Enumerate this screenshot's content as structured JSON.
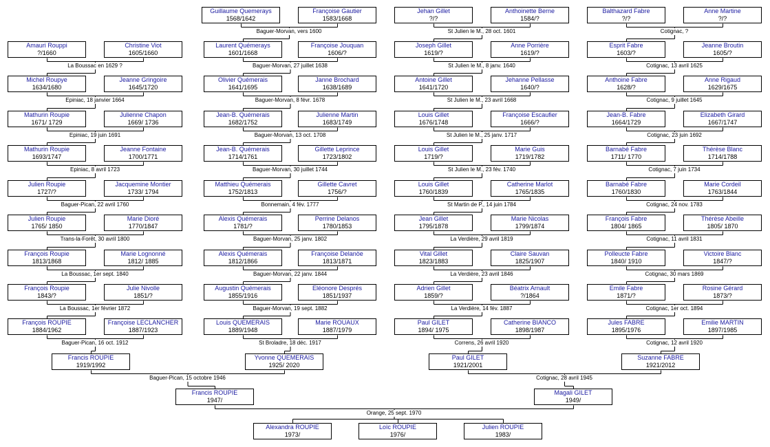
{
  "people": [
    {
      "id": "p1",
      "name": "Guillaume Quemerays",
      "dates": "1568/1642"
    },
    {
      "id": "p2",
      "name": "Françoise Gautier",
      "dates": "1583/1668"
    },
    {
      "id": "p3",
      "name": "Jehan Gillet",
      "dates": "?/?"
    },
    {
      "id": "p4",
      "name": "Anthoinette Berne",
      "dates": "1584/?"
    },
    {
      "id": "p5",
      "name": "Balthazard Fabre",
      "dates": "?/?"
    },
    {
      "id": "p6",
      "name": "Anne Martine",
      "dates": "?/?"
    },
    {
      "id": "p7",
      "name": "Amauri Rouppi",
      "dates": "?/1660"
    },
    {
      "id": "p8",
      "name": "Christine Viot",
      "dates": "1605/1660"
    },
    {
      "id": "p9",
      "name": "Laurent Quémerays",
      "dates": "1601/1668"
    },
    {
      "id": "p10",
      "name": "Françoise Jouquan",
      "dates": "1606/?"
    },
    {
      "id": "p11",
      "name": "Joseph Gillet",
      "dates": "1619/?"
    },
    {
      "id": "p12",
      "name": "Anne Porrière",
      "dates": "1619/?"
    },
    {
      "id": "p13",
      "name": "Esprit Fabre",
      "dates": "1603/?"
    },
    {
      "id": "p14",
      "name": "Jeanne Broutin",
      "dates": "1605/?"
    },
    {
      "id": "p15",
      "name": "Michel Roupye",
      "dates": "1634/1680"
    },
    {
      "id": "p16",
      "name": "Jeanne Gringoire",
      "dates": "1645/1720"
    },
    {
      "id": "p17",
      "name": "Olivier Quémerais",
      "dates": "1641/1695"
    },
    {
      "id": "p18",
      "name": "Janne Brochard",
      "dates": "1638/1689"
    },
    {
      "id": "p19",
      "name": "Antoine Gillet",
      "dates": "1641/1720"
    },
    {
      "id": "p20",
      "name": "Jehanne Pellasse",
      "dates": "1640/?"
    },
    {
      "id": "p21",
      "name": "Anthoine Fabre",
      "dates": "1628/?"
    },
    {
      "id": "p22",
      "name": "Anne Rigaud",
      "dates": "1629/1675"
    },
    {
      "id": "p23",
      "name": "Mathurin Roupie",
      "dates": "1671/ 1729"
    },
    {
      "id": "p24",
      "name": "Julienne Chapon",
      "dates": "1669/ 1736"
    },
    {
      "id": "p25",
      "name": "Jean-B. Quémerais",
      "dates": "1682/1752"
    },
    {
      "id": "p26",
      "name": "Julienne Martin",
      "dates": "1683/1749"
    },
    {
      "id": "p27",
      "name": "Louis Gillet",
      "dates": "1676/1748"
    },
    {
      "id": "p28",
      "name": "Françoise Escaufier",
      "dates": "1666/?"
    },
    {
      "id": "p29",
      "name": "Jean-B. Fabre",
      "dates": "1664/1729"
    },
    {
      "id": "p30",
      "name": "Elizabeth Girard",
      "dates": "1667/1747"
    },
    {
      "id": "p31",
      "name": "Mathurin Roupie",
      "dates": "1693/1747"
    },
    {
      "id": "p32",
      "name": "Jeanne Fontaine",
      "dates": "1700/1771"
    },
    {
      "id": "p33",
      "name": "Jean-B. Quémerais",
      "dates": "1714/1761"
    },
    {
      "id": "p34",
      "name": "Gillette Leprince",
      "dates": "1723/1802"
    },
    {
      "id": "p35",
      "name": "Louis Gillet",
      "dates": "1719/?"
    },
    {
      "id": "p36",
      "name": "Marie Guis",
      "dates": "1719/1782"
    },
    {
      "id": "p37",
      "name": "Barnabé Fabre",
      "dates": "1711/ 1770"
    },
    {
      "id": "p38",
      "name": "Thérèse Blanc",
      "dates": "1714/1788"
    },
    {
      "id": "p39",
      "name": "Julien Roupie",
      "dates": "1727/?"
    },
    {
      "id": "p40",
      "name": "Jacquemine Montier",
      "dates": "1733/ 1794"
    },
    {
      "id": "p41",
      "name": "Matthieu Quémerais",
      "dates": "1752/1813"
    },
    {
      "id": "p42",
      "name": "Gillette Cavret",
      "dates": "1756/?"
    },
    {
      "id": "p43",
      "name": "Louis Gillet",
      "dates": "1760/1839"
    },
    {
      "id": "p44",
      "name": "Catherine Marlot",
      "dates": "1765/1835"
    },
    {
      "id": "p45",
      "name": "Barnabé Fabre",
      "dates": "1760/1830"
    },
    {
      "id": "p46",
      "name": "Marie Cordeil",
      "dates": "1763/1844"
    },
    {
      "id": "p47",
      "name": "Julien Roupie",
      "dates": "1765/ 1850"
    },
    {
      "id": "p48",
      "name": "Marie Dioré",
      "dates": "1770/1847"
    },
    {
      "id": "p49",
      "name": "Alexis Quémerais",
      "dates": "1781/?"
    },
    {
      "id": "p50",
      "name": "Perrine Delanos",
      "dates": "1780/1853"
    },
    {
      "id": "p51",
      "name": "Jean Gillet",
      "dates": "1795/1878"
    },
    {
      "id": "p52",
      "name": "Marie Nicolas",
      "dates": "1799/1874"
    },
    {
      "id": "p53",
      "name": "François Fabre",
      "dates": "1804/ 1865"
    },
    {
      "id": "p54",
      "name": "Thérèse Abeille",
      "dates": "1805/ 1870"
    },
    {
      "id": "p55",
      "name": "François  Roupie",
      "dates": "1813/1868"
    },
    {
      "id": "p56",
      "name": "Marie Lognonné",
      "dates": "1812/ 1885"
    },
    {
      "id": "p57",
      "name": "Alexis Quémerais",
      "dates": "1812/1866"
    },
    {
      "id": "p58",
      "name": "Françoise Delanöe",
      "dates": "1813/1871"
    },
    {
      "id": "p59",
      "name": "Vital Gillet",
      "dates": "1823/1883"
    },
    {
      "id": "p60",
      "name": "Claire Sauvan",
      "dates": "1825/1907"
    },
    {
      "id": "p61",
      "name": "Polleucte Fabre",
      "dates": "1840/ 1910"
    },
    {
      "id": "p62",
      "name": "Victoire Blanc",
      "dates": "1847/?"
    },
    {
      "id": "p63",
      "name": "François  Roupie",
      "dates": "1843/?"
    },
    {
      "id": "p64",
      "name": "Julie Nivolle",
      "dates": "1851/?"
    },
    {
      "id": "p65",
      "name": "Augustin Quémerais",
      "dates": "1855/1916"
    },
    {
      "id": "p66",
      "name": "Eléonore  Després",
      "dates": "1851/1937"
    },
    {
      "id": "p67",
      "name": "Adrien Gillet",
      "dates": "1859/?"
    },
    {
      "id": "p68",
      "name": "Béatrix Arnault",
      "dates": "?/1864"
    },
    {
      "id": "p69",
      "name": "Emile Fabre",
      "dates": "1871/?"
    },
    {
      "id": "p70",
      "name": "Rosine Gérard",
      "dates": "1873/?"
    },
    {
      "id": "p71",
      "name": "François ROUPIE",
      "dates": "1884/1962"
    },
    {
      "id": "p72",
      "name": "Françoise LECLANCHER",
      "dates": "1887/1923"
    },
    {
      "id": "p73",
      "name": "Louis QUEMERAIS",
      "dates": "1889/1948"
    },
    {
      "id": "p74",
      "name": "Marie ROUAUX",
      "dates": "1887/1979"
    },
    {
      "id": "p75",
      "name": "Paul GILET",
      "dates": "1894/ 1975"
    },
    {
      "id": "p76",
      "name": "Catherine BIANCO",
      "dates": "1898/1987"
    },
    {
      "id": "p77",
      "name": "Jules FABRE",
      "dates": "1895/1976"
    },
    {
      "id": "p78",
      "name": "Emilie MARTIN",
      "dates": "1897/1985"
    },
    {
      "id": "p79",
      "name": "Francis ROUPIE",
      "dates": "1919/1992"
    },
    {
      "id": "p80",
      "name": "Yvonne QUEMERAIS",
      "dates": "1925/ 2020"
    },
    {
      "id": "p81",
      "name": "Paul GILET",
      "dates": "1921/2001"
    },
    {
      "id": "p82",
      "name": "Suzanne FABRE",
      "dates": "1921/2012"
    },
    {
      "id": "p83",
      "name": "Francis  ROUPIE",
      "dates": "1947/"
    },
    {
      "id": "p84",
      "name": "Magali GILET",
      "dates": "1949/"
    },
    {
      "id": "p85",
      "name": "Alexandra ROUPIE",
      "dates": "1973/"
    },
    {
      "id": "p86",
      "name": "Loïc ROUPIE",
      "dates": "1976/"
    },
    {
      "id": "p87",
      "name": "Julien ROUPIE",
      "dates": "1983/"
    }
  ],
  "marriages": [
    {
      "id": "m1",
      "text": "Baguer-Morvan, vers 1600",
      "husband": "p1",
      "wife": "p2",
      "child": "p9"
    },
    {
      "id": "m2",
      "text": "St Julien le M., 28 oct. 1601",
      "husband": "p3",
      "wife": "p4",
      "child": "p11"
    },
    {
      "id": "m3",
      "text": "Cotignac, ?",
      "husband": "p5",
      "wife": "p6",
      "child": "p13"
    },
    {
      "id": "m4",
      "text": "La Boussac en 1629 ?",
      "husband": "p7",
      "wife": "p8",
      "child": "p15"
    },
    {
      "id": "m5",
      "text": "Baguer-Morvan, 27 juillet 1638",
      "husband": "p9",
      "wife": "p10",
      "child": "p17"
    },
    {
      "id": "m6",
      "text": "St Julien le M., 8 janv. 1640",
      "husband": "p11",
      "wife": "p12",
      "child": "p19"
    },
    {
      "id": "m7",
      "text": "Cotignac, 13 avril 1625",
      "husband": "p13",
      "wife": "p14",
      "child": "p21"
    },
    {
      "id": "m8",
      "text": "Epiniac, 18 janvier 1664",
      "husband": "p15",
      "wife": "p16",
      "child": "p23"
    },
    {
      "id": "m9",
      "text": "Baguer-Morvan, 8 févr. 1678",
      "husband": "p17",
      "wife": "p18",
      "child": "p25"
    },
    {
      "id": "m10",
      "text": "St Julien le M., 23 avril 1668",
      "husband": "p19",
      "wife": "p20",
      "child": "p27"
    },
    {
      "id": "m11",
      "text": "Cotignac, 9 juillet 1645",
      "husband": "p21",
      "wife": "p22",
      "child": "p29"
    },
    {
      "id": "m12",
      "text": "Epiniac, 19 juin 1691",
      "husband": "p23",
      "wife": "p24",
      "child": "p31"
    },
    {
      "id": "m13",
      "text": "Baguer-Morvan, 13 oct. 1708",
      "husband": "p25",
      "wife": "p26",
      "child": "p33"
    },
    {
      "id": "m14",
      "text": "St Julien le M., 25 janv. 1717",
      "husband": "p27",
      "wife": "p28",
      "child": "p35"
    },
    {
      "id": "m15",
      "text": "Cotignac, 23 juin 1692",
      "husband": "p29",
      "wife": "p30",
      "child": "p37"
    },
    {
      "id": "m16",
      "text": "Epiniac, 8 avril 1723",
      "husband": "p31",
      "wife": "p32",
      "child": "p39"
    },
    {
      "id": "m17",
      "text": "Baguer-Morvan, 30 juillet 1744",
      "husband": "p33",
      "wife": "p34",
      "child": "p41"
    },
    {
      "id": "m18",
      "text": "St Julien le M., 23 fév. 1740",
      "husband": "p35",
      "wife": "p36",
      "child": "p43"
    },
    {
      "id": "m19",
      "text": "Cotignac, 7 juin 1734",
      "husband": "p37",
      "wife": "p38",
      "child": "p45"
    },
    {
      "id": "m20",
      "text": "Baguer-Pican, 22 avril 1760",
      "husband": "p39",
      "wife": "p40",
      "child": "p47"
    },
    {
      "id": "m21",
      "text": "Bonnemain, 4 fév. 1777",
      "husband": "p41",
      "wife": "p42",
      "child": "p49"
    },
    {
      "id": "m22",
      "text": "St Martin de P., 14 juin 1784",
      "husband": "p43",
      "wife": "p44",
      "child": "p51"
    },
    {
      "id": "m23",
      "text": "Cotignac, 24 nov. 1783",
      "husband": "p45",
      "wife": "p46",
      "child": "p53"
    },
    {
      "id": "m24",
      "text": "Trans-la-Forêt, 30 avril 1800",
      "husband": "p47",
      "wife": "p48",
      "child": "p55"
    },
    {
      "id": "m25",
      "text": "Baguer-Morvan, 25 janv. 1802",
      "husband": "p49",
      "wife": "p50",
      "child": "p57"
    },
    {
      "id": "m26",
      "text": "La Verdière, 29 avril 1819",
      "husband": "p51",
      "wife": "p52",
      "child": "p59"
    },
    {
      "id": "m27",
      "text": "Cotignac, 11 avril 1831",
      "husband": "p53",
      "wife": "p54",
      "child": "p61"
    },
    {
      "id": "m28",
      "text": "La Boussac, 1er sept. 1840",
      "husband": "p55",
      "wife": "p56",
      "child": "p63"
    },
    {
      "id": "m29",
      "text": "Baguer-Morvan, 22 janv. 1844",
      "husband": "p57",
      "wife": "p58",
      "child": "p65"
    },
    {
      "id": "m30",
      "text": "La Verdière, 23 avril 1846",
      "husband": "p59",
      "wife": "p60",
      "child": "p67"
    },
    {
      "id": "m31",
      "text": "Cotignac, 30 mars 1869",
      "husband": "p61",
      "wife": "p62",
      "child": "p69"
    },
    {
      "id": "m32",
      "text": "La Boussac, 1er février 1872",
      "husband": "p63",
      "wife": "p64",
      "child": "p71"
    },
    {
      "id": "m33",
      "text": "Baguer-Morvan, 19 sept. 1882",
      "husband": "p65",
      "wife": "p66",
      "child": "p73"
    },
    {
      "id": "m34",
      "text": "La Verdière, 14 fév. 1887",
      "husband": "p67",
      "wife": "p68",
      "child": "p75"
    },
    {
      "id": "m35",
      "text": "Cotignac, 1er oct. 1894",
      "husband": "p69",
      "wife": "p70",
      "child": "p77"
    },
    {
      "id": "m36",
      "text": "Baguer-Pican, 16 oct. 1912",
      "husband": "p71",
      "wife": "p72",
      "child": "p79"
    },
    {
      "id": "m37",
      "text": "St Broladre, 18 déc. 1917",
      "husband": "p73",
      "wife": "p74",
      "child": "p80"
    },
    {
      "id": "m38",
      "text": "Correns, 26 avril 1920",
      "husband": "p75",
      "wife": "p76",
      "child": "p81"
    },
    {
      "id": "m39",
      "text": "Cotignac, 12 avril 1920",
      "husband": "p77",
      "wife": "p78",
      "child": "p82"
    },
    {
      "id": "m40",
      "text": "Baguer-Pican, 15 octobre 1946",
      "husband": "p79",
      "wife": "p80",
      "child": "p83"
    },
    {
      "id": "m41",
      "text": "Cotignac, 28 avril 1945",
      "husband": "p81",
      "wife": "p82",
      "child": "p84"
    },
    {
      "id": "m42",
      "text": "Orange, 25 sept. 1970",
      "husband": "p83",
      "wife": "p84",
      "children": [
        "p85",
        "p86",
        "p87"
      ]
    }
  ]
}
